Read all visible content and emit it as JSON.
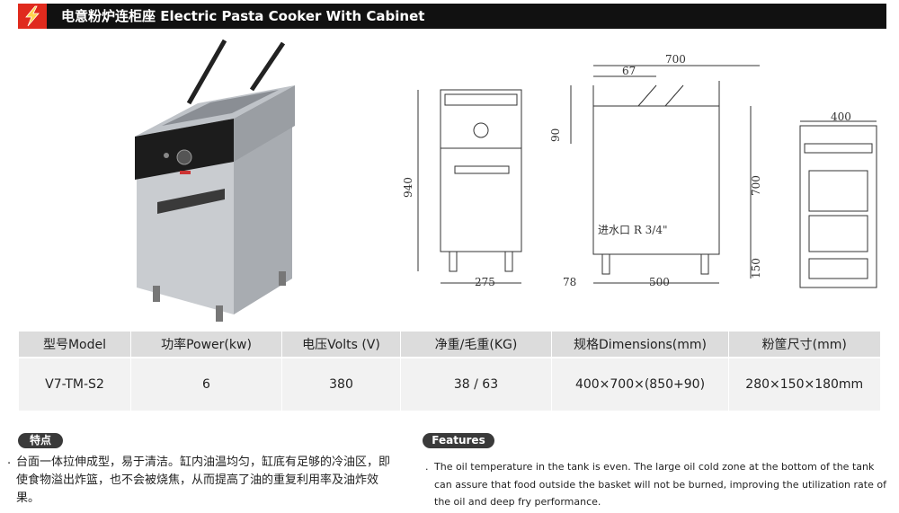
{
  "header": {
    "title": "电意粉炉连柜座  Electric Pasta Cooker With Cabinet"
  },
  "drawing": {
    "dim_700_top": "700",
    "dim_67": "67",
    "dim_90": "90",
    "dim_940": "940",
    "dim_700_side": "700",
    "dim_150": "150",
    "dim_275": "275",
    "dim_78": "78",
    "dim_500": "500",
    "dim_400": "400",
    "inlet_label": "进水口 R 3/4\""
  },
  "table": {
    "headers": [
      "型号Model",
      "功率Power(kw)",
      "电压Volts (V)",
      "净重/毛重(KG)",
      "规格Dimensions(mm)",
      "粉筐尺寸(mm)"
    ],
    "row": [
      "V7-TM-S2",
      "6",
      "380",
      "38 / 63",
      "400×700×(850+90)",
      "280×150×180mm"
    ]
  },
  "features_zh": {
    "badge": "特点",
    "text": "台面一体拉伸成型，易于清洁。缸内油温均匀，缸底有足够的冷油区，即使食物溢出炸篮，也不会被烧焦，从而提高了油的重复利用率及油炸效果。"
  },
  "features_en": {
    "badge": "Features",
    "text": "The oil temperature in the tank is even. The large oil cold zone at the bottom of the tank can assure that food outside the basket will not be burned, improving the utilization rate of the oil and deep fry performance."
  },
  "colors": {
    "header_bg": "#111111",
    "logo_bg": "#e02a1d",
    "table_head": "#dcdcdc",
    "table_row": "#f2f2f2",
    "badge_bg": "#3a3a3a"
  },
  "icons": [
    "lightning-icon"
  ]
}
